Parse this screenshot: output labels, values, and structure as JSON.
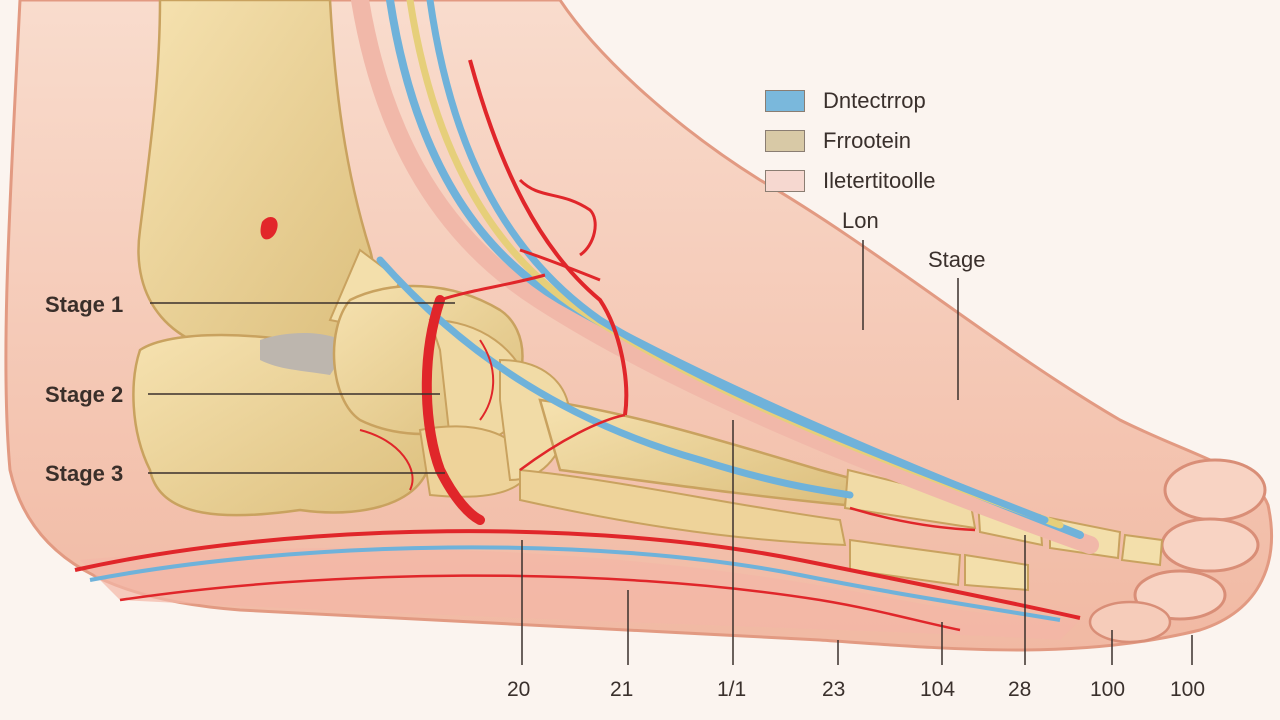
{
  "legend": [
    {
      "label": "Dntectrrop",
      "color": "#7ab8dc",
      "icon": "blue-swatch"
    },
    {
      "label": "Frrootein",
      "color": "#d8c9a6",
      "icon": "tan-swatch"
    },
    {
      "label": "Iletertitoolle",
      "color": "#f6d8d0",
      "icon": "pink-swatch"
    }
  ],
  "callouts": {
    "lon": "Lon",
    "stage": "Stage"
  },
  "stages": [
    {
      "label": "Stage 1"
    },
    {
      "label": "Stage 2"
    },
    {
      "label": "Stage 3"
    }
  ],
  "bottom_ticks": [
    "20",
    "21",
    "1/1",
    "23",
    "104",
    "28",
    "100",
    "100"
  ],
  "colors": {
    "skin": "#f4c8b6",
    "bone": "#ecd49a",
    "vessel_red": "#e0262a",
    "vessel_blue": "#6fb2da",
    "nerve_yellow": "#e6cf7a"
  }
}
